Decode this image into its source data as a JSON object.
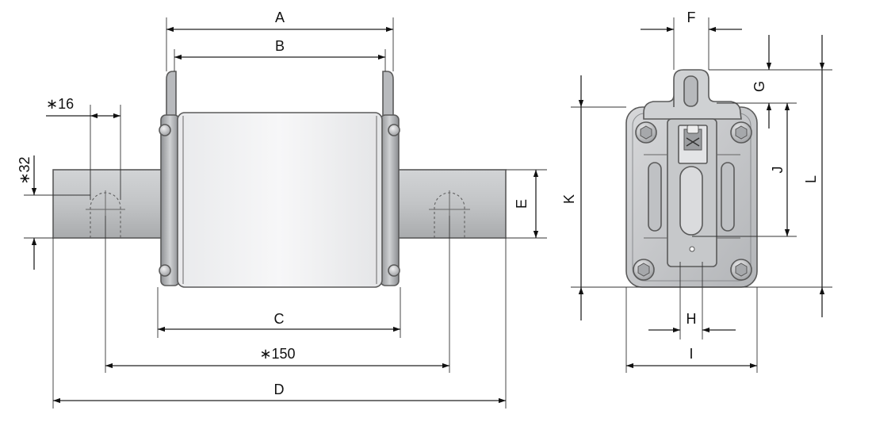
{
  "front_view": {
    "labels": {
      "A": "A",
      "B": "B",
      "C": "C",
      "D": "D",
      "E": "E",
      "star150": "∗150",
      "star16": "∗16",
      "star32": "∗32"
    }
  },
  "side_view": {
    "labels": {
      "F": "F",
      "G": "G",
      "H": "H",
      "I": "I",
      "J": "J",
      "K": "K",
      "L": "L"
    }
  }
}
